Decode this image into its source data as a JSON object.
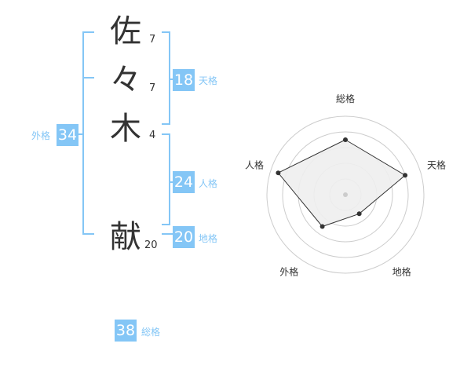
{
  "name": {
    "chars": [
      {
        "char": "佐",
        "strokes": "7"
      },
      {
        "char": "々",
        "strokes": "7"
      },
      {
        "char": "木",
        "strokes": "4"
      },
      {
        "char": "献",
        "strokes": "20"
      }
    ]
  },
  "scores": {
    "tenkaku": {
      "value": "18",
      "label": "天格"
    },
    "jinkaku": {
      "value": "24",
      "label": "人格"
    },
    "chikaku": {
      "value": "20",
      "label": "地格"
    },
    "gaikaku": {
      "value": "34",
      "label": "外格"
    },
    "soukaku": {
      "value": "38",
      "label": "総格"
    }
  },
  "colors": {
    "accent": "#84c6f6",
    "text": "#333333",
    "ring": "#cccccc",
    "fill": "#eeeeee"
  },
  "chart_data": {
    "type": "radar",
    "axes": [
      "総格",
      "天格",
      "地格",
      "外格",
      "人格"
    ],
    "values": [
      0.7,
      0.8,
      0.3,
      0.5,
      0.9
    ],
    "max": 1.0,
    "rings": 5
  }
}
